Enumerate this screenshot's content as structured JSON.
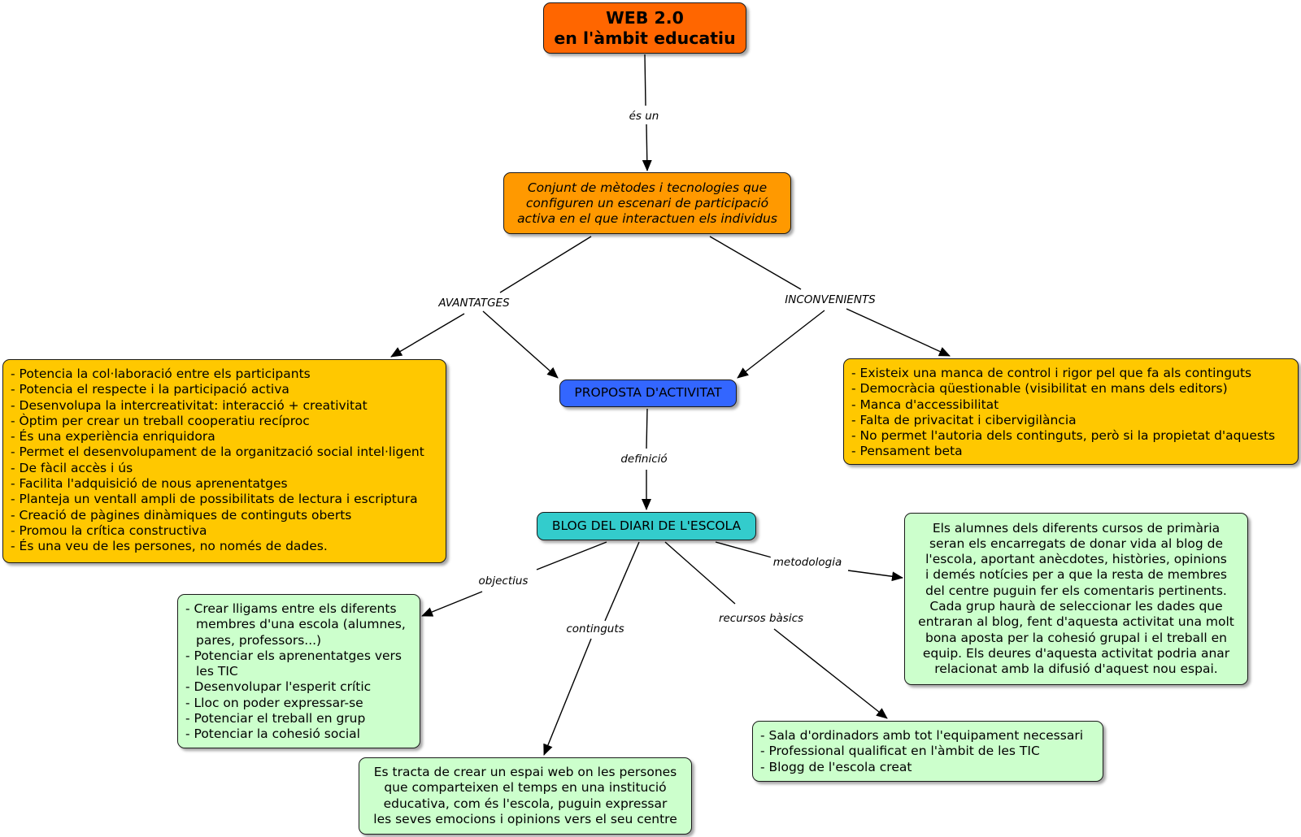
{
  "title": {
    "line1": "WEB 2.0",
    "line2": "en l'àmbit educatiu"
  },
  "definition": [
    "Conjunt de mètodes i tecnologies que",
    "configuren un escenari de participació",
    "activa en el que interactuen els individus"
  ],
  "links": {
    "es_un": "és un",
    "avantatges": "AVANTATGES",
    "inconvenients": "INCONVENIENTS",
    "definicio": "definició",
    "objectius": "objectius",
    "continguts": "continguts",
    "metodologia": "metodologia",
    "recursos": "recursos bàsics"
  },
  "proposal": "PROPOSTA D'ACTIVITAT",
  "blog": "BLOG DEL DIARI DE L'ESCOLA",
  "advantages": [
    "Potencia la col·laboració entre els participants",
    "Potencia el respecte i la participació activa",
    "Desenvolupa la intercreativitat: interacció + creativitat",
    "Òptim per crear un treball cooperatiu recíproc",
    "És una experiència enriquidora",
    "Permet el desenvolupament de la organització social intel·ligent",
    "De fàcil accès i ús",
    "Facilita l'adquisició de nous aprenentatges",
    "Planteja un ventall ampli de possibilitats de lectura i escriptura",
    "Creació de pàgines dinàmiques de continguts oberts",
    "Promou la crítica constructiva",
    "És una veu de les persones, no només de dades."
  ],
  "disadvantages": [
    "Existeix una manca de control i rigor pel que fa als continguts",
    "Democràcia qüestionable (visibilitat en mans dels editors)",
    "Manca d'accessibilitat",
    "Falta de privacitat i cibervigilància",
    "No permet l'autoria dels continguts, però si la propietat d'aquests",
    "Pensament beta"
  ],
  "objectives": [
    "Crear lligams entre els diferents membres d'una escola (alumnes, pares, professors...)",
    "Potenciar els aprenentatges vers les TIC",
    "Desenvolupar l'esperit crític",
    "Lloc on poder expressar-se",
    "Potenciar el treball en grup",
    "Potenciar la cohesió social"
  ],
  "contents": [
    "Es tracta de crear un espai web on les persones",
    "que comparteixen el temps en una institució",
    "educativa, com és l'escola, puguin expressar",
    "les seves emocions i opinions vers el seu centre"
  ],
  "methodology": [
    "Els alumnes dels diferents cursos de primària",
    "seran els encarregats de donar vida al blog de",
    "l'escola, aportant anècdotes, històries, opinions",
    "i demés notícies per a que la resta de membres",
    "del centre puguin fer els comentaris pertinents.",
    "Cada grup haurà de seleccionar les dades que",
    "entraran al blog, fent d'aquesta activitat una molt",
    "bona aposta per la cohesió grupal i el treball en",
    "equip. Els deures d'aquesta activitat podria anar",
    "relacionat amb la difusió d'aquest nou espai."
  ],
  "resources": [
    "Sala d'ordinadors amb tot l'equipament necessari",
    "Professional qualificat en l'àmbit de les TIC",
    "Blogg de l'escola creat"
  ]
}
